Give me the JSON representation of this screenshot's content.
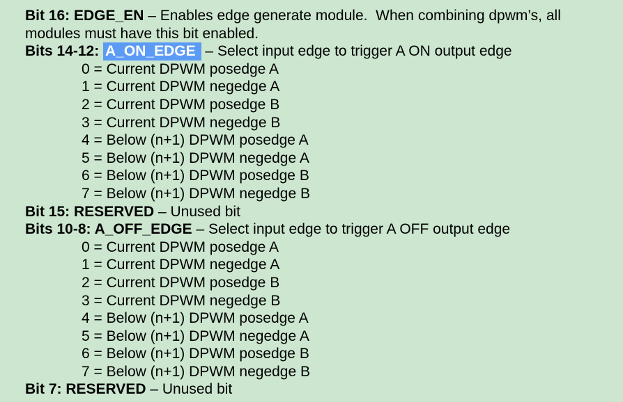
{
  "page": {
    "background_color": "#cce6cf",
    "text_color": "#000000",
    "highlight_background_color": "#5c9bf5",
    "highlight_text_color": "#ffffff"
  },
  "content": {
    "bit16": {
      "label": "Bit 16: EDGE_EN",
      "desc": " – Enables edge generate module.  When combining dpwm’s, all",
      "desc_continued": "modules must have this bit enabled."
    },
    "bits14_12": {
      "label": "Bits 14-12: ",
      "highlighted_term": "A_ON_EDGE",
      "desc": " – Select input edge to trigger A ON output edge",
      "options": [
        "0 = Current DPWM posedge A",
        "1 = Current DPWM negedge A",
        "2 = Current DPWM posedge B",
        "3 = Current DPWM negedge B",
        "4 = Below (n+1) DPWM posedge A",
        "5 = Below (n+1) DPWM negedge A",
        "6 = Below (n+1) DPWM posedge B",
        "7 = Below (n+1) DPWM negedge B"
      ]
    },
    "bit15": {
      "label": "Bit 15: RESERVED",
      "desc": " – Unused bit"
    },
    "bits10_8": {
      "label": "Bits 10-8: A_OFF_EDGE",
      "desc": " – Select input edge to trigger A OFF output edge",
      "options": [
        "0 = Current DPWM posedge A",
        "1 = Current DPWM negedge A",
        "2 = Current DPWM posedge B",
        "3 = Current DPWM negedge B",
        "4 = Below (n+1) DPWM posedge A",
        "5 = Below (n+1) DPWM negedge A",
        "6 = Below (n+1) DPWM posedge B",
        "7 = Below (n+1) DPWM negedge B"
      ]
    },
    "bit7": {
      "label": "Bit 7: RESERVED",
      "desc": " – Unused bit"
    }
  }
}
